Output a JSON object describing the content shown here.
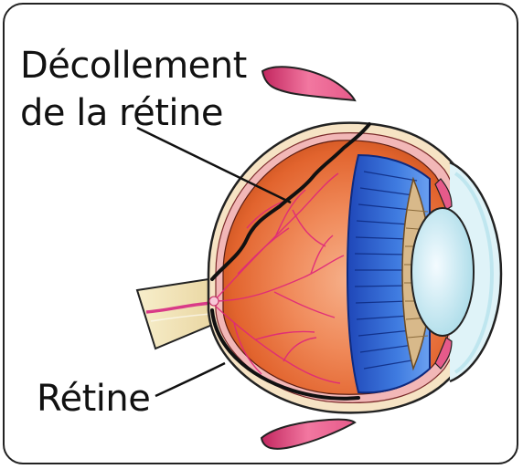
{
  "labels": {
    "detachment_line1": "Décollement",
    "detachment_line2": "de la rétine",
    "retina": "Rétine"
  }
}
